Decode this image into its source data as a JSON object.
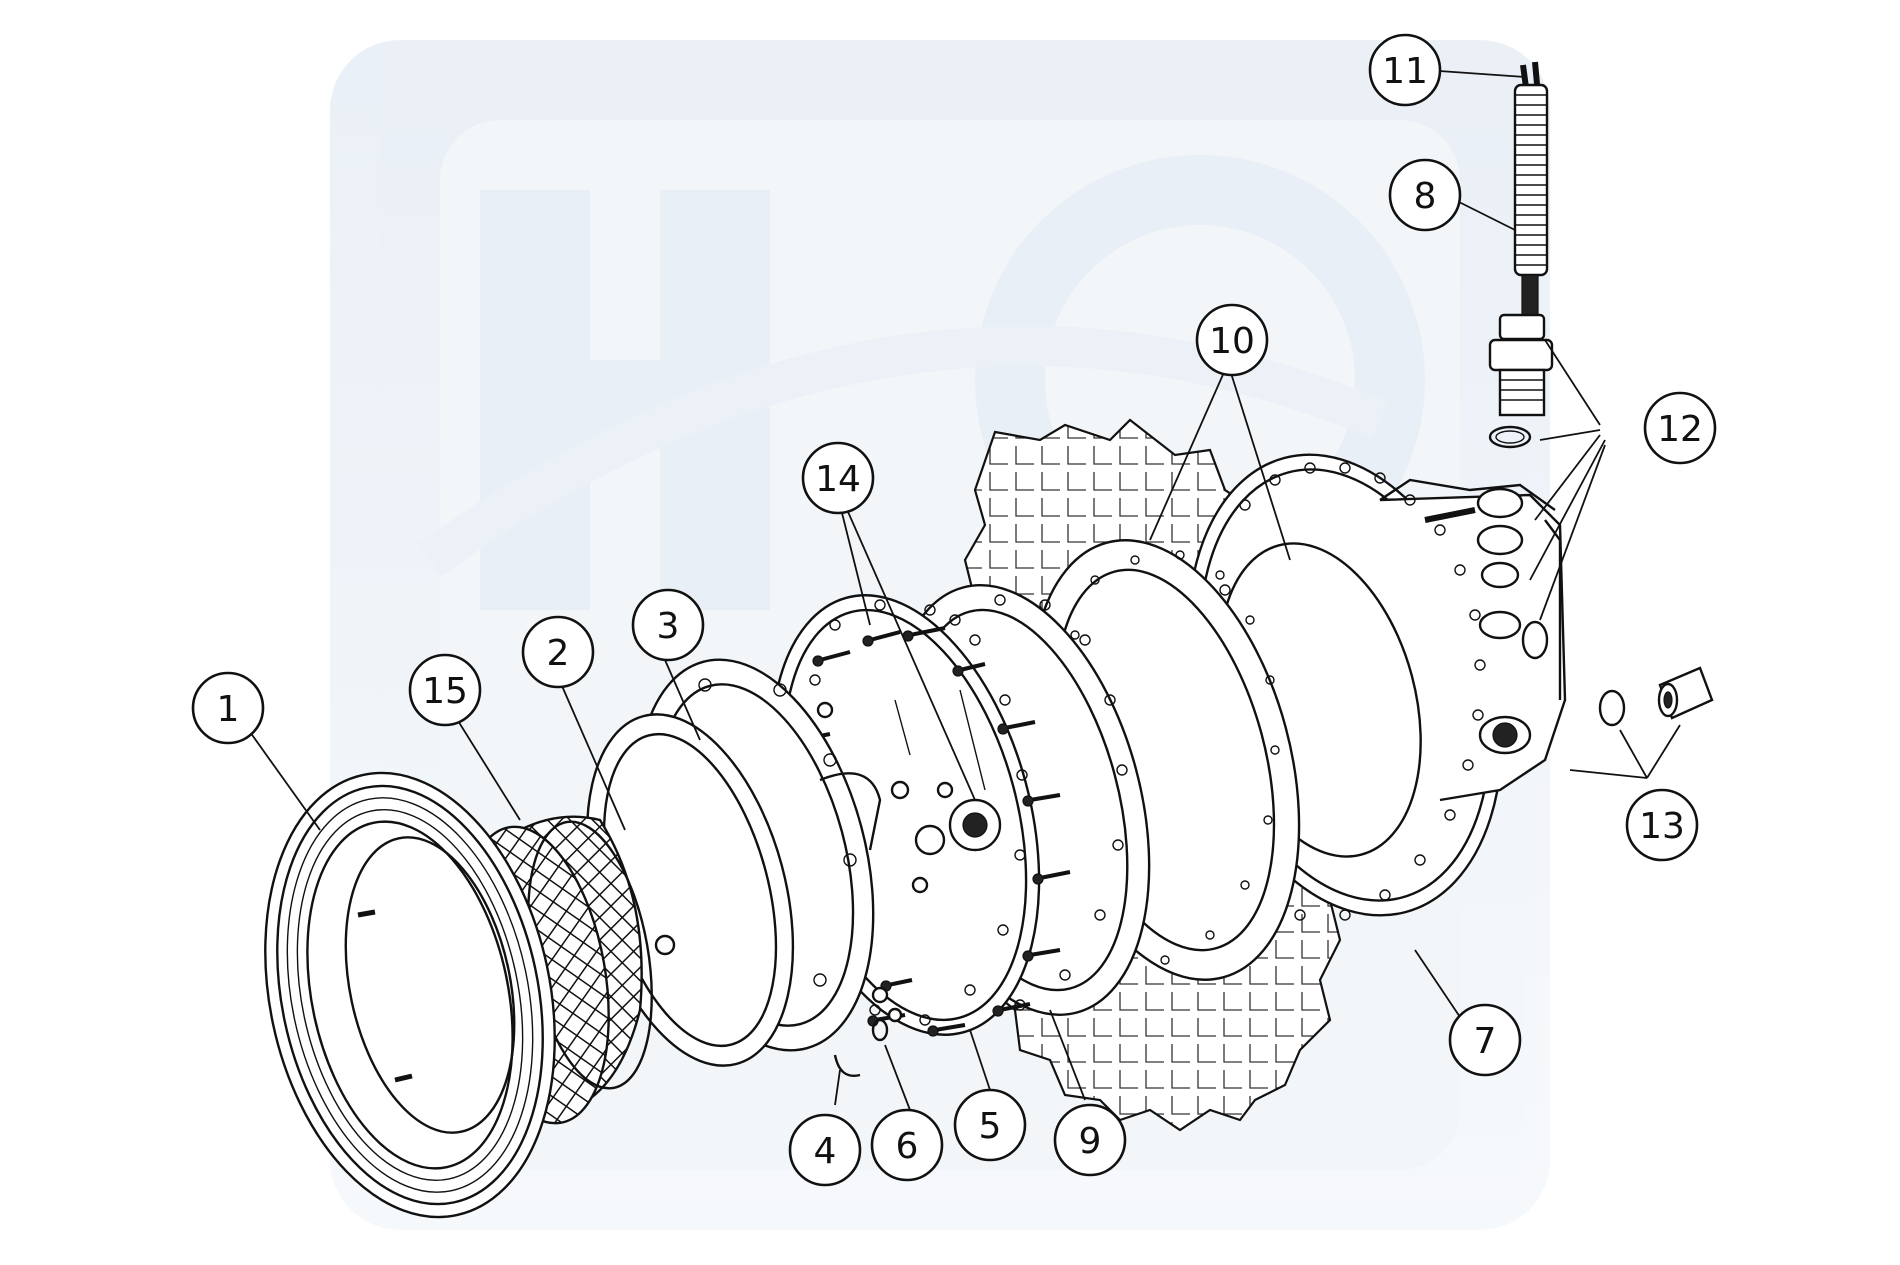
{
  "diagram": {
    "type": "exploded-parts-view",
    "callouts": [
      {
        "id": "c1",
        "label": "1"
      },
      {
        "id": "c2",
        "label": "2"
      },
      {
        "id": "c3",
        "label": "3"
      },
      {
        "id": "c4",
        "label": "4"
      },
      {
        "id": "c5",
        "label": "5"
      },
      {
        "id": "c6",
        "label": "6"
      },
      {
        "id": "c7",
        "label": "7"
      },
      {
        "id": "c8",
        "label": "8"
      },
      {
        "id": "c9",
        "label": "9"
      },
      {
        "id": "c10",
        "label": "10"
      },
      {
        "id": "c11",
        "label": "11"
      },
      {
        "id": "c12",
        "label": "12"
      },
      {
        "id": "c13",
        "label": "13"
      },
      {
        "id": "c14",
        "label": "14"
      },
      {
        "id": "c15",
        "label": "15"
      }
    ],
    "colors": {
      "line": "#111111",
      "watermark": "#dde7f1",
      "background": "#ffffff"
    }
  }
}
